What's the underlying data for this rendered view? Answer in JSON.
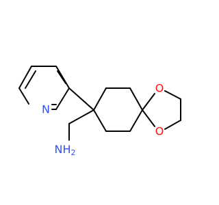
{
  "atoms": {
    "pyridine_n": {
      "symbol": "N",
      "color": "#3050f8"
    },
    "ether_o_top": {
      "symbol": "O",
      "color": "#ff0d0d"
    },
    "ether_o_bottom": {
      "symbol": "O",
      "color": "#ff0d0d"
    },
    "amine": {
      "symbol": "NH",
      "subscript": "2",
      "color": "#3050f8"
    }
  }
}
